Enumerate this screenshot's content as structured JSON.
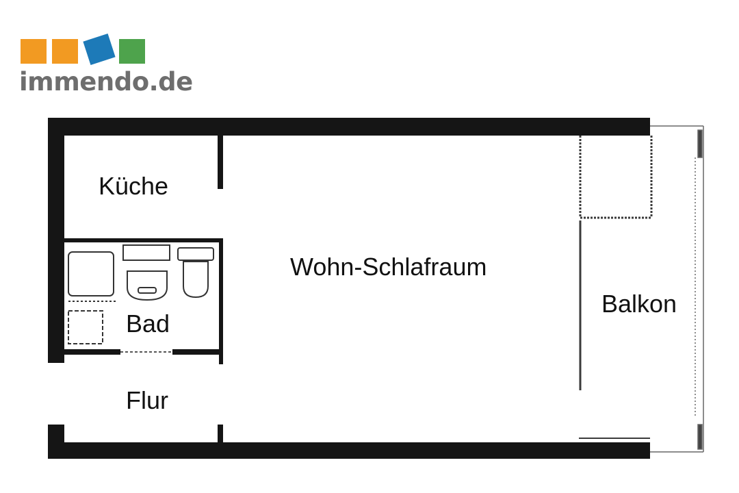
{
  "logo": {
    "text": "immendo.de",
    "colors": [
      "#f29a22",
      "#f29a22",
      "#1d7ab8",
      "#4ea34c"
    ]
  },
  "rooms": {
    "kueche": "Küche",
    "bad": "Bad",
    "flur": "Flur",
    "wohn": "Wohn-Schlafraum",
    "balkon": "Balkon"
  },
  "colors": {
    "wall": "#151515",
    "line": "#3a3a3a",
    "text": "#111111"
  }
}
